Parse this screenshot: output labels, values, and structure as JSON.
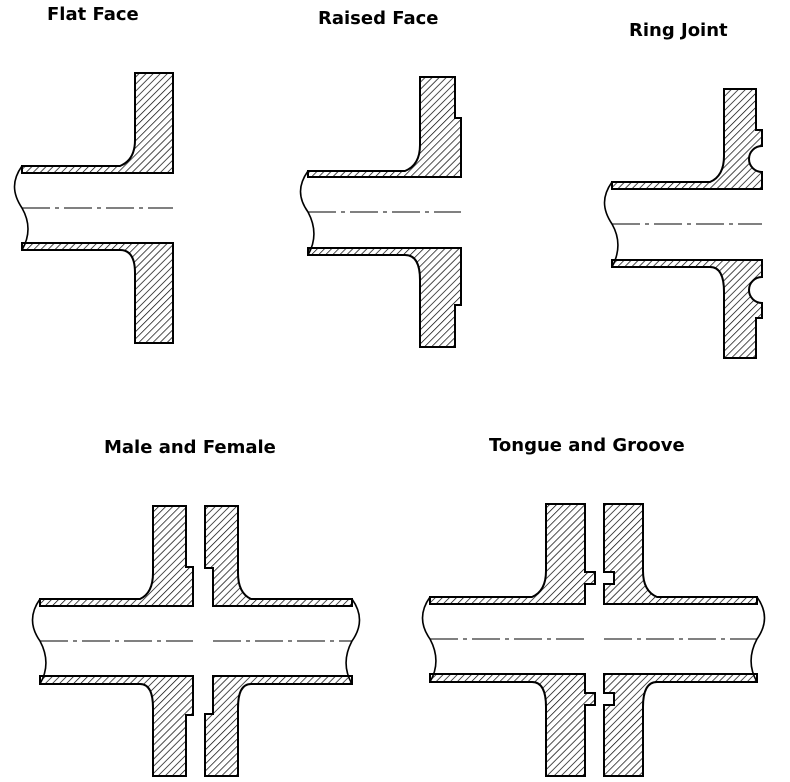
{
  "labels": {
    "flat_face": "Flat Face",
    "raised_face": "Raised Face",
    "ring_joint": "Ring Joint",
    "male_female": "Male and Female",
    "tongue_groove": "Tongue and Groove"
  },
  "colors": {
    "stroke": "#000000",
    "hatch": "#000000",
    "background": "#ffffff"
  }
}
